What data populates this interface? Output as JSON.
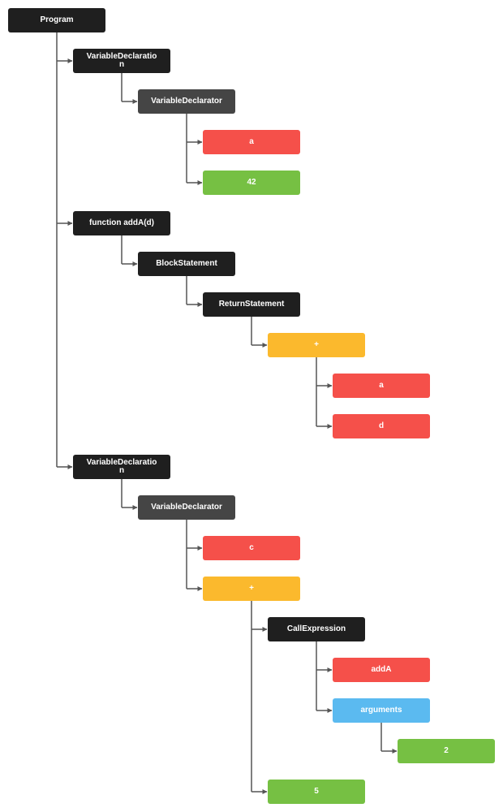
{
  "colors": {
    "statement": "#1f1f1f",
    "declarator": "#454545",
    "identifier": "#f5504a",
    "literal": "#76c043",
    "operator": "#fbb92d",
    "arguments": "#5bbaf0",
    "connector": "#555555"
  },
  "tree": {
    "label": "Program",
    "kind": "statement",
    "children": [
      {
        "label": "VariableDeclaration",
        "kind": "statement",
        "children": [
          {
            "label": "VariableDeclarator",
            "kind": "declarator",
            "children": [
              {
                "label": "a",
                "kind": "identifier",
                "children": []
              },
              {
                "label": "42",
                "kind": "literal",
                "children": []
              }
            ]
          }
        ]
      },
      {
        "label": "function addA(d)",
        "kind": "statement",
        "children": [
          {
            "label": "BlockStatement",
            "kind": "statement",
            "children": [
              {
                "label": "ReturnStatement",
                "kind": "statement",
                "children": [
                  {
                    "label": "+",
                    "kind": "operator",
                    "children": [
                      {
                        "label": "a",
                        "kind": "identifier",
                        "children": []
                      },
                      {
                        "label": "d",
                        "kind": "identifier",
                        "children": []
                      }
                    ]
                  }
                ]
              }
            ]
          }
        ]
      },
      {
        "label": "VariableDeclaration",
        "kind": "statement",
        "children": [
          {
            "label": "VariableDeclarator",
            "kind": "declarator",
            "children": [
              {
                "label": "c",
                "kind": "identifier",
                "children": []
              },
              {
                "label": "+",
                "kind": "operator",
                "children": [
                  {
                    "label": "CallExpression",
                    "kind": "statement",
                    "children": [
                      {
                        "label": "addA",
                        "kind": "identifier",
                        "children": []
                      },
                      {
                        "label": "arguments",
                        "kind": "arguments",
                        "children": [
                          {
                            "label": "2",
                            "kind": "literal",
                            "children": []
                          }
                        ]
                      }
                    ]
                  },
                  {
                    "label": "5",
                    "kind": "literal",
                    "children": []
                  }
                ]
              }
            ]
          }
        ]
      }
    ]
  }
}
